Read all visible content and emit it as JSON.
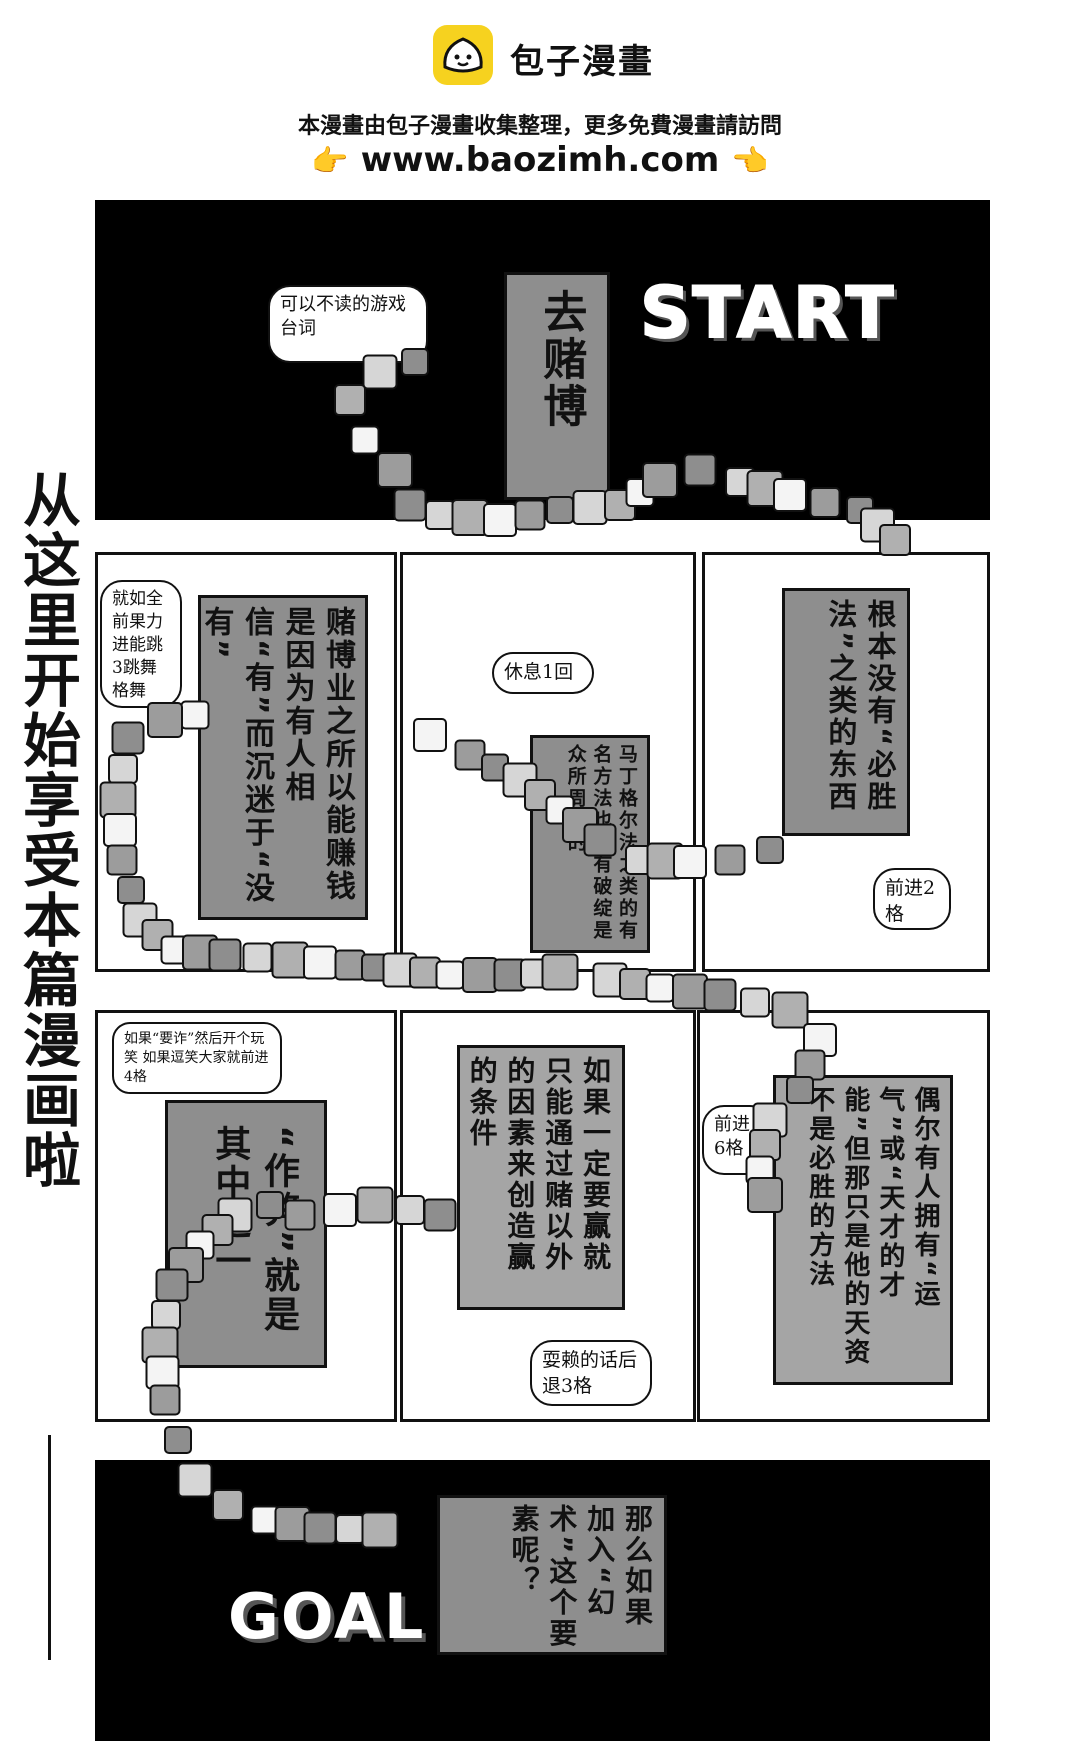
{
  "header": {
    "site_name": "包子漫畫",
    "notice": "本漫畫由包子漫畫收集整理，更多免費漫畫請訪問",
    "url": "www.baozimh.com",
    "hand_left": "👉",
    "hand_right": "👈"
  },
  "side_title": "从这里开始享受本篇漫画啦",
  "board": {
    "start_label": "START",
    "goal_label": "GOAL",
    "start_box": "去赌博",
    "bubble_skip": "可以不读的游戏台词",
    "panel1_text": "赌博业之所以能赚钱是因为有人相信“有”而沉迷于“没有”",
    "bubble_jump": "就如全前果力进能跳3跳舞格舞",
    "panel2_text": "马丁格尔法之类的有名方法也会有破绽是众所周知的",
    "bubble_rest": "休息1回",
    "panel3_text": "根本没有“必胜法”之类的东西",
    "bubble_adv2": "前进2格",
    "panel4_text": "“作弊”就是其中之一",
    "bubble_joke": "如果“要诈”然后开个玩笑 如果逗笑大家就前进4格",
    "panel5_text": "如果一定要赢就只能通过赌以外的因素来创造赢的条件",
    "bubble_back3": "耍赖的话后退3格",
    "panel6_text": "偶尔有人拥有“运气”或“天才的才能”但那只是他的天资不是必胜的方法",
    "bubble_adv6": "前进6格",
    "goal_text": "那么如果加入“幻术”这个要素呢？"
  }
}
